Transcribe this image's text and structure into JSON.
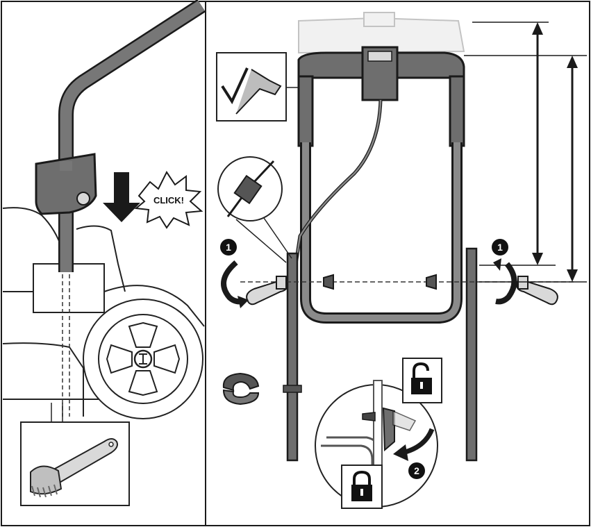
{
  "callouts": {
    "click": "CLICK!",
    "step1": "1",
    "step2": "2"
  },
  "colors": {
    "handle_grey": "#6e6e6e",
    "handle_light": "#d9d9d9",
    "outline": "#1a1a1a",
    "panel_bg": "#ffffff",
    "step_badge": "#111111"
  },
  "icons": {
    "click_burst": "starburst-icon",
    "check": "check-icon",
    "lock_open": "padlock-open-icon",
    "lock_closed": "padlock-closed-icon",
    "rotate_left": "rotate-arrow-icon",
    "rotate_right": "rotate-arrow-icon",
    "curved_arrow": "curved-arrow-icon",
    "brush": "brush-icon",
    "cable_clip": "cable-clip-icon",
    "connector": "cable-connector-icon",
    "wheel_logo": "brand-logo-icon"
  }
}
